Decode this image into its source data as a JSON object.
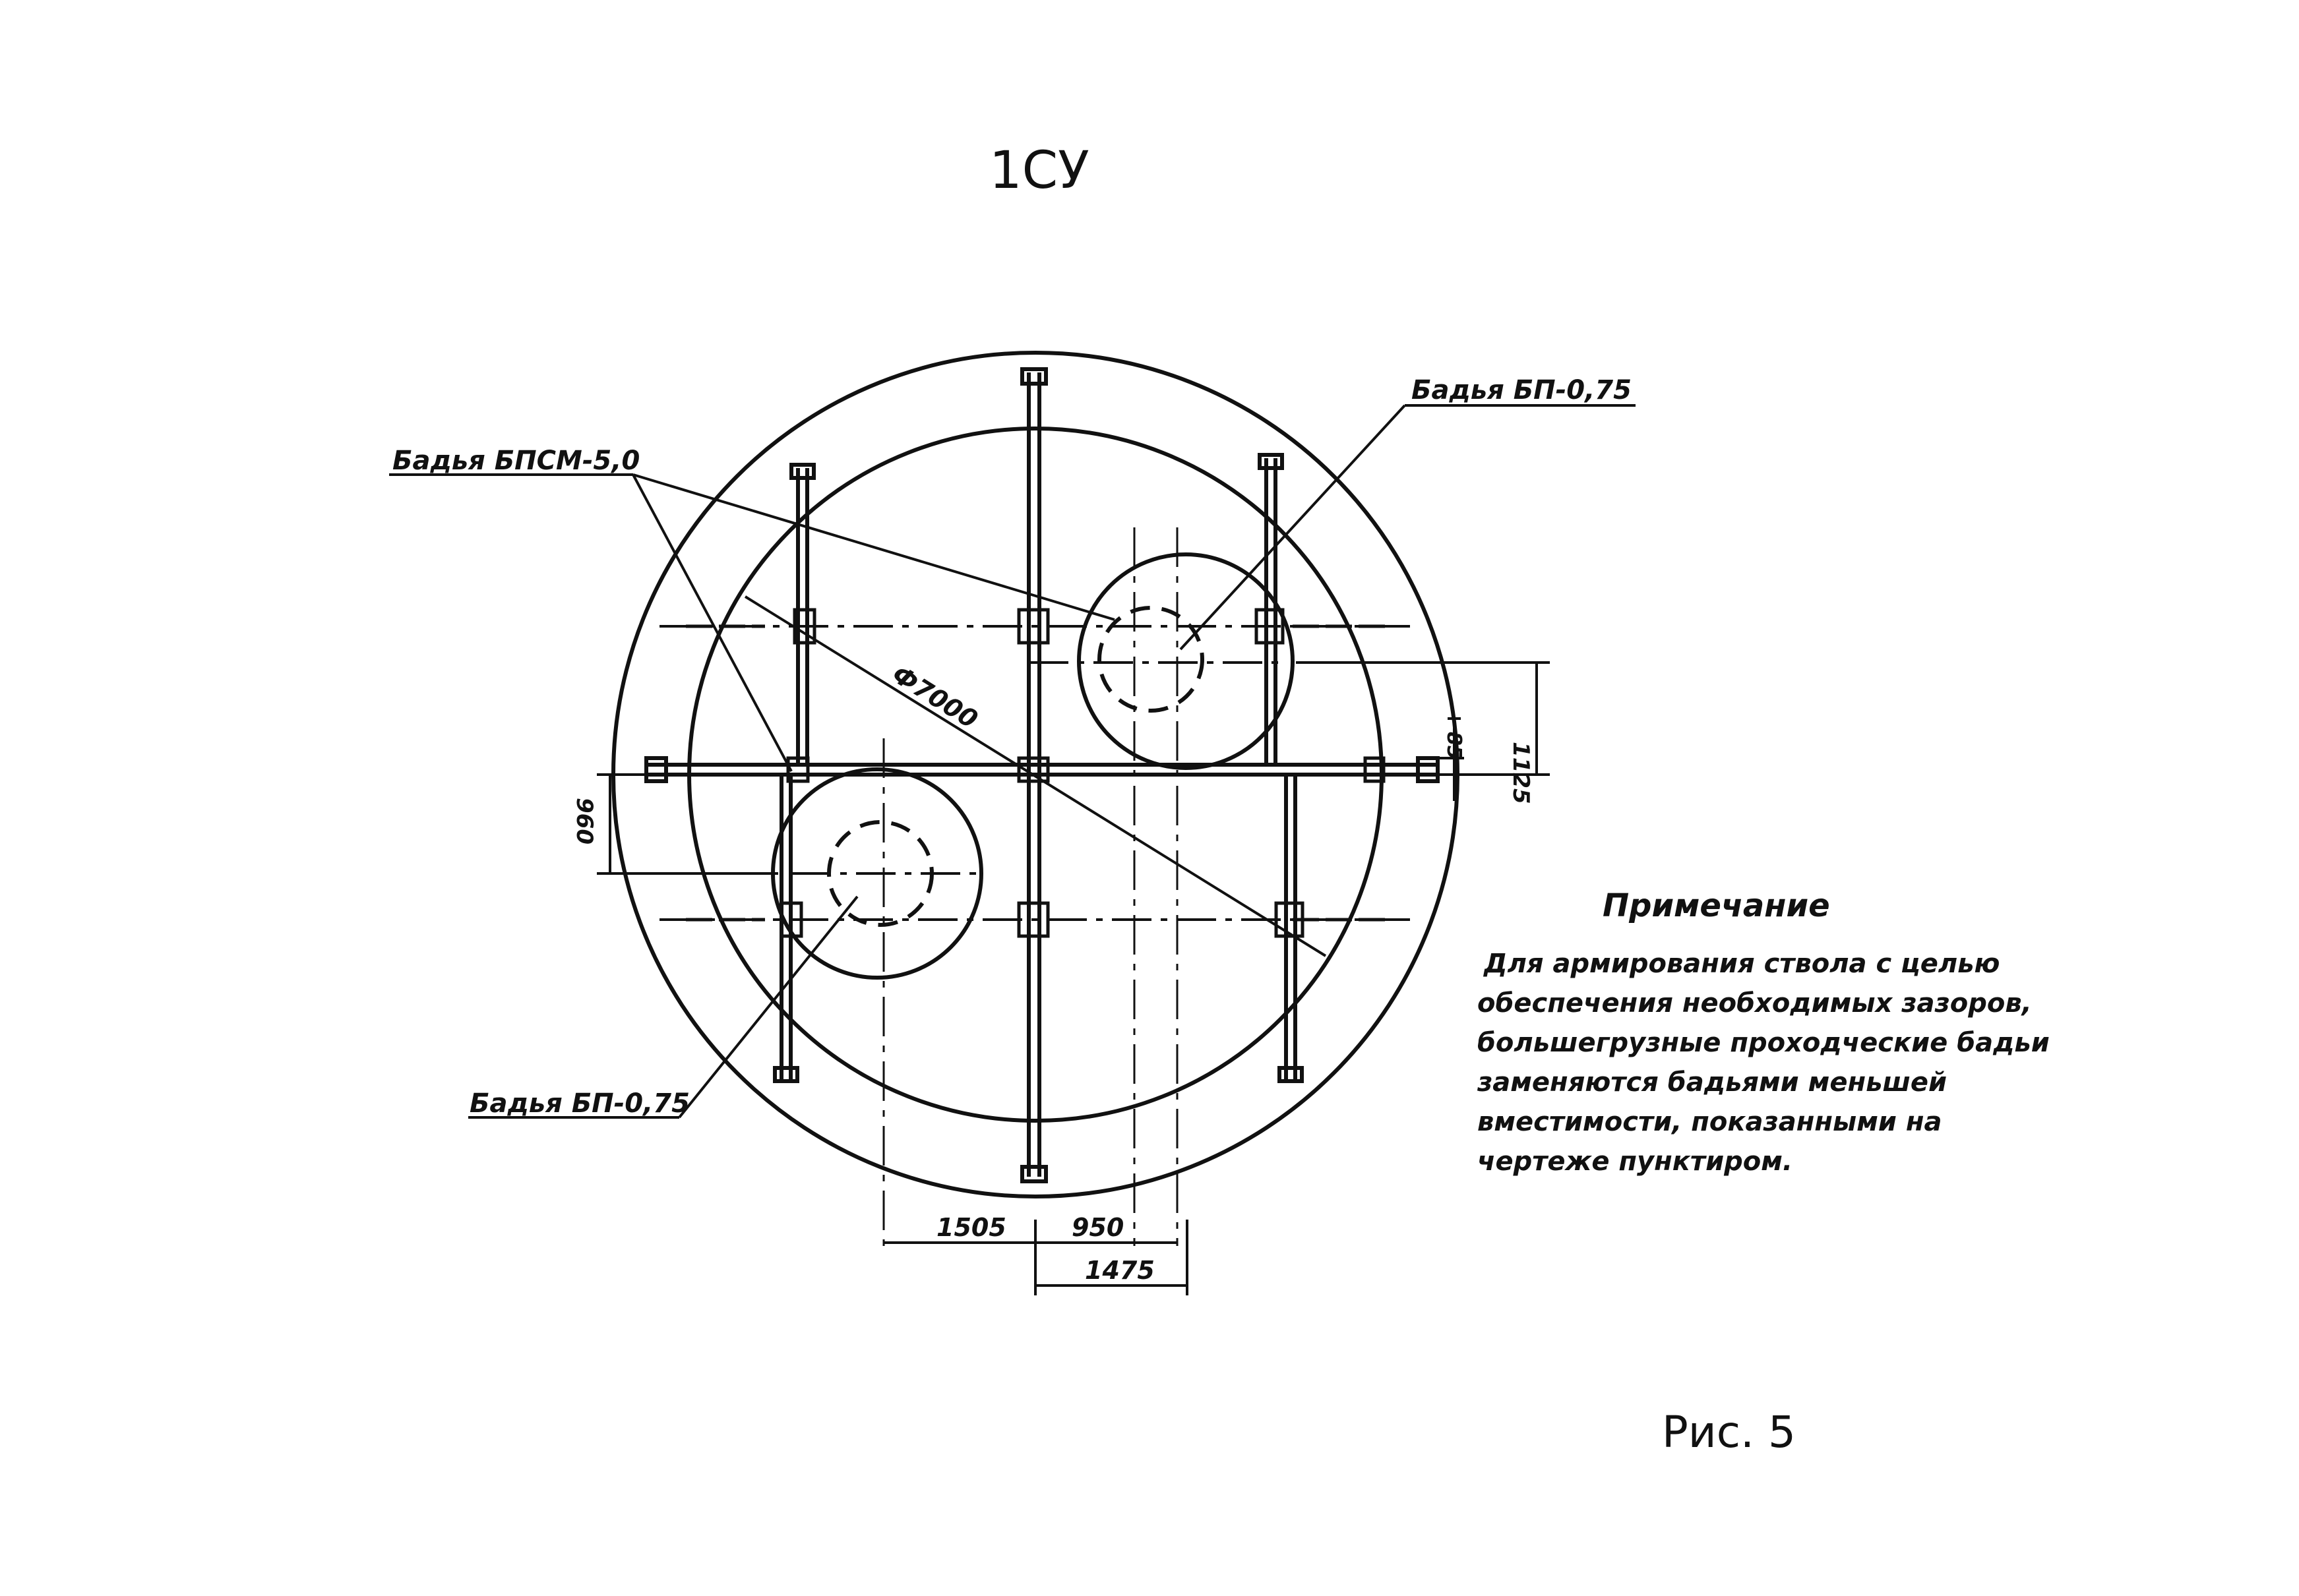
{
  "title": "1СУ",
  "figure_label": "Рис. 5",
  "callouts": {
    "bucket_bpsm": "Бадья БПСМ-5,0",
    "bucket_bp_top": "Бадья БП-0,75",
    "bucket_bp_bottom": "Бадья БП-0,75"
  },
  "dimensions": {
    "diameter": "Ф7000",
    "d1125": "1125",
    "d85": "85",
    "d960": "960",
    "d1505": "1505",
    "d950": "950",
    "d1475": "1475"
  },
  "note": {
    "heading": "Примечание",
    "lines": [
      "Для армирования ствола с целью",
      "обеспечения необходимых зазоров,",
      "большегрузные проходческие бадьи",
      "заменяются бадьями меньшей",
      "вместимости, показанными на",
      "чертеже пунктиром."
    ]
  }
}
